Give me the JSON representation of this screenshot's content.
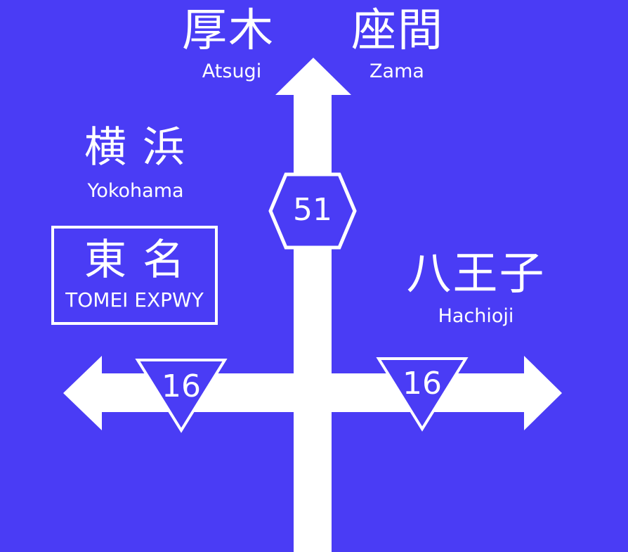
{
  "colors": {
    "background": "#4a3cf5",
    "foreground": "#ffffff"
  },
  "destinations": {
    "atsugi": {
      "jp": "厚木",
      "en": "Atsugi"
    },
    "zama": {
      "jp": "座間",
      "en": "Zama"
    },
    "yokohama": {
      "jp": "横 浜",
      "en": "Yokohama"
    },
    "tomei": {
      "jp": "東 名",
      "en": "TOMEI EXPWY"
    },
    "hachioji": {
      "jp": "八王子",
      "en": "Hachioji"
    }
  },
  "route_shields": {
    "north": {
      "shape": "hexagon",
      "number": "51"
    },
    "west": {
      "shape": "inverted-triangle",
      "number": "16"
    },
    "east": {
      "shape": "inverted-triangle",
      "number": "16"
    }
  },
  "arrows": [
    "up-arrow",
    "left-arrow",
    "right-arrow"
  ]
}
